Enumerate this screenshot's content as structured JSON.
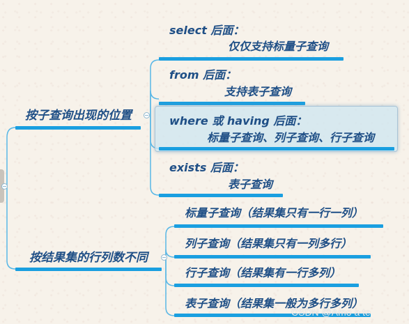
{
  "colors": {
    "branch": "#1a9fe0",
    "text": "#1f4f86",
    "connector": "#58b7e6"
  },
  "categories": [
    {
      "label": "按子查询出现的位置",
      "children": [
        {
          "head": "select 后面：",
          "body": "仅仅支持标量子查询"
        },
        {
          "head": "from 后面：",
          "body": "支持表子查询"
        },
        {
          "head": "where 或 having 后面：",
          "body": "标量子查询、列子查询、行子查询",
          "selected": true
        },
        {
          "head": "exists 后面：",
          "body": "表子查询"
        }
      ]
    },
    {
      "label": "按结果集的行列数不同",
      "children": [
        {
          "text": "标量子查询（结果集只有一行一列）"
        },
        {
          "text": "列子查询（结果集只有一列多行）"
        },
        {
          "text": "行子查询（结果集有一行多列）"
        },
        {
          "text": "表子查询（结果集一般为多行多列）"
        }
      ]
    }
  ],
  "watermark": "CSDN @Amo a te"
}
